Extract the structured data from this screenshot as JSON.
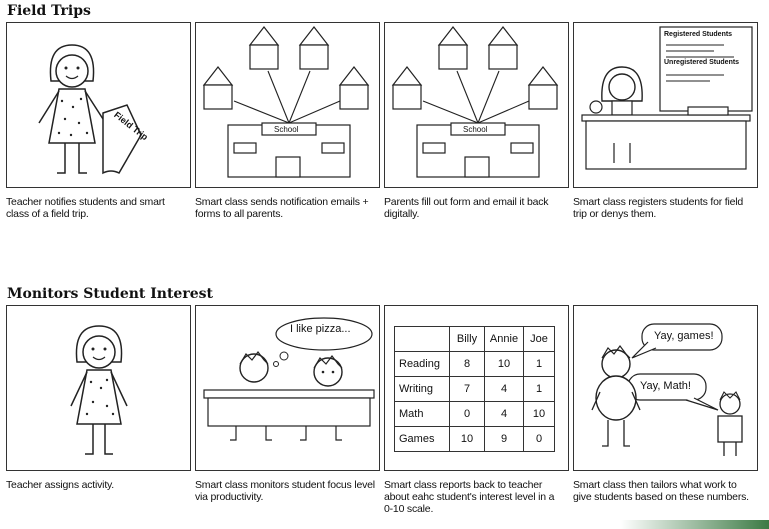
{
  "sections": {
    "field_trips": "Field Trips",
    "monitors": "Monitors Student Interest"
  },
  "labels": {
    "school": "School",
    "registered": "Registered Students",
    "unregistered": "Unregistered Students",
    "pizza": "I like pizza...",
    "games": "Yay, games!",
    "math": "Yay, Math!",
    "paper": "Field Trip"
  },
  "captions": {
    "c1": "Teacher notifies students and smart class of a field trip.",
    "c2": "Smart class sends notification emails + forms to all parents.",
    "c3": "Parents fill out form and email it back digitally.",
    "c4": "Smart class registers students for field trip or denys them.",
    "c5": "Teacher assigns activity.",
    "c6": "Smart class monitors student focus level via productivity.",
    "c7": "Smart class reports back to teacher about eahc student's interest level in a 0-10 scale.",
    "c8": "Smart class then tailors what work to give students based on these numbers."
  },
  "table": {
    "headers": [
      "",
      "Billy",
      "Annie",
      "Joe"
    ],
    "rows": [
      {
        "label": "Reading",
        "values": [
          "8",
          "10",
          "1"
        ]
      },
      {
        "label": "Writing",
        "values": [
          "7",
          "4",
          "1"
        ]
      },
      {
        "label": "Math",
        "values": [
          "0",
          "4",
          "10"
        ]
      },
      {
        "label": "Games",
        "values": [
          "10",
          "9",
          "0"
        ]
      }
    ]
  }
}
